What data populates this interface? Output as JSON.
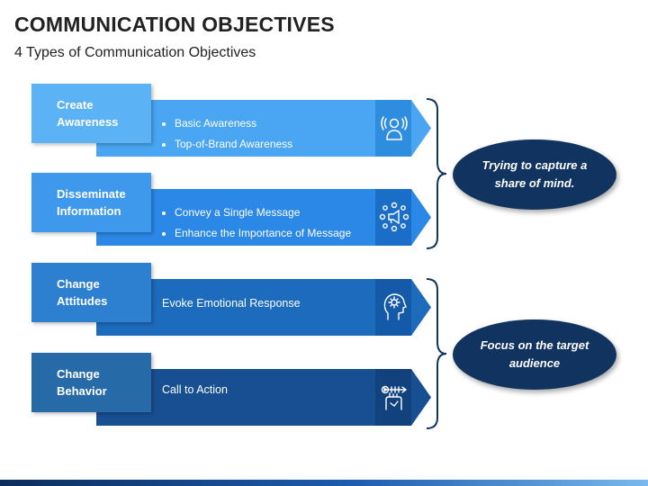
{
  "title": "COMMUNICATION OBJECTIVES",
  "subtitle": "4 Types of Communication Objectives",
  "rows": [
    {
      "label": "Create\nAwareness",
      "items": [
        "Basic Awareness",
        "Top-of-Brand Awareness"
      ],
      "icon": "speaker-person-icon",
      "colors": {
        "label": "#5bb2f5",
        "fold": "#3a88d6",
        "band": "#4aa6f2",
        "icon_box": "#2f8de0"
      }
    },
    {
      "label": "Disseminate\nInformation",
      "items": [
        "Convey a Single Message",
        "Enhance the Importance of Message"
      ],
      "icon": "network-megaphone-icon",
      "colors": {
        "label": "#3e98ec",
        "fold": "#2272c4",
        "band": "#2b88e6",
        "icon_box": "#1b6ec8"
      }
    },
    {
      "label": "Change\nAttitudes",
      "text": "Evoke Emotional Response",
      "icon": "head-gear-icon",
      "colors": {
        "label": "#2d7fcf",
        "fold": "#185ca8",
        "band": "#1d6bbd",
        "icon_box": "#145aa8"
      }
    },
    {
      "label": "Change\nBehavior",
      "text": "Call to Action",
      "icon": "action-target-icon",
      "colors": {
        "label": "#276aa8",
        "fold": "#0f3d70",
        "band": "#184f92",
        "icon_box": "#12427e"
      }
    }
  ],
  "callouts": [
    {
      "text": "Trying to capture a share of mind."
    },
    {
      "text": "Focus on the target audience"
    }
  ],
  "colors": {
    "callout_bg": "#11335f",
    "brace": "#11335f",
    "title": "#222222"
  }
}
